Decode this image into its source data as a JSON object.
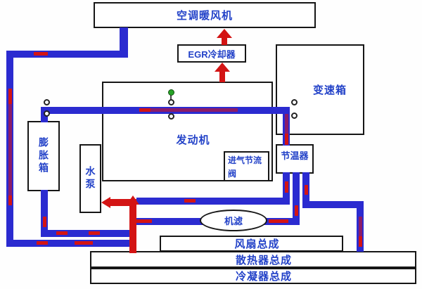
{
  "diagram": {
    "nodes": {
      "ac_heater": "空调暖风机",
      "egr_cooler": "EGR冷却器",
      "gearbox": "变速箱",
      "engine": "发动机",
      "expansion_tank": "膨胀箱",
      "water_pump": "水泵",
      "intake_throttle": "进气节流阀",
      "thermostat": "节温器",
      "oil_filter": "机滤",
      "fan_assembly": "风扇总成",
      "radiator_assembly": "散热器总成",
      "condenser_assembly": "冷凝器总成"
    },
    "colors": {
      "pipe_blue": "#2b2bd0",
      "pipe_red": "#d31414",
      "pipe_purple": "#8b1c68",
      "label_blue": "#2342c8",
      "box_border": "#161616",
      "connector_green": "#27a327"
    }
  }
}
